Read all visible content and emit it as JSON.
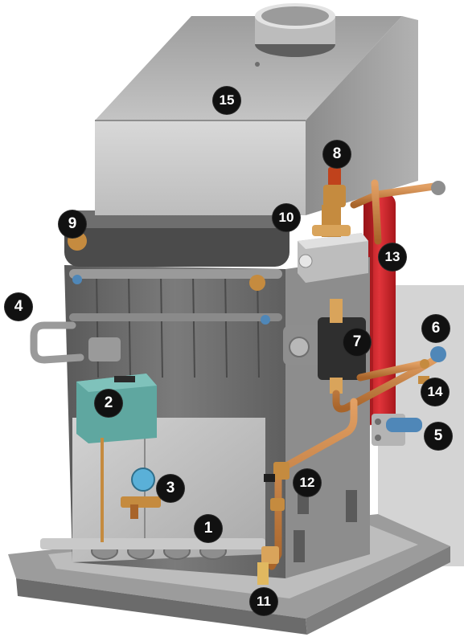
{
  "colors": {
    "casing": "#a7a7a7",
    "casing_top": "#b9b9b9",
    "casing_side": "#8a8a8a",
    "heat_exchanger": "#6f6f6f",
    "copper_pipe": "#c8823f",
    "expansion_tank": "#d0242a",
    "burner_box": "#5fa7a0",
    "pump": "#3a3a3a",
    "callout_bg": "#111111",
    "callout_text": "#ffffff",
    "backdrop": "#cfcfcf"
  },
  "callouts": [
    {
      "id": "1",
      "label": "1"
    },
    {
      "id": "2",
      "label": "2"
    },
    {
      "id": "3",
      "label": "3"
    },
    {
      "id": "4",
      "label": "4"
    },
    {
      "id": "5",
      "label": "5"
    },
    {
      "id": "6",
      "label": "6"
    },
    {
      "id": "7",
      "label": "7"
    },
    {
      "id": "8",
      "label": "8"
    },
    {
      "id": "9",
      "label": "9"
    },
    {
      "id": "10",
      "label": "10"
    },
    {
      "id": "11",
      "label": "11"
    },
    {
      "id": "12",
      "label": "12"
    },
    {
      "id": "13",
      "label": "13"
    },
    {
      "id": "14",
      "label": "14"
    },
    {
      "id": "15",
      "label": "15"
    }
  ]
}
